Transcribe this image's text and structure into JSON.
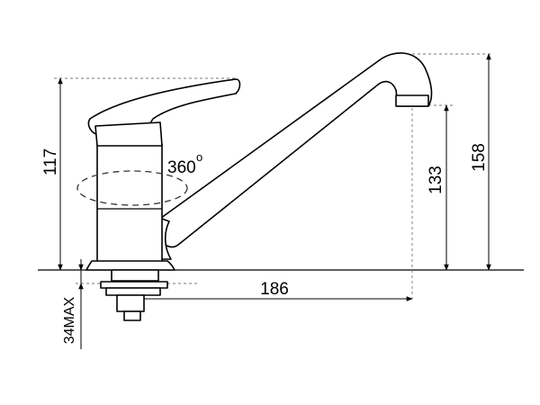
{
  "diagram": {
    "labels": {
      "height_total": "158",
      "height_handle": "117",
      "height_spout": "133",
      "reach": "186",
      "rotation": "360",
      "rotation_unit": "o",
      "mount_thickness": "34MAX"
    },
    "colors": {
      "line": "#000000",
      "dim_line": "#444444",
      "dash": "#666666",
      "background": "#ffffff"
    }
  }
}
